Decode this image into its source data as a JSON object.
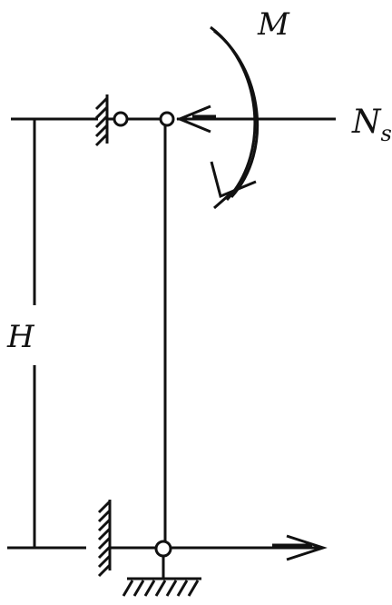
{
  "labels": {
    "moment": "M",
    "axial_force_main": "N",
    "axial_force_sub": "s",
    "height": "H"
  },
  "colors": {
    "ink": "#111111",
    "background": "#ffffff"
  }
}
